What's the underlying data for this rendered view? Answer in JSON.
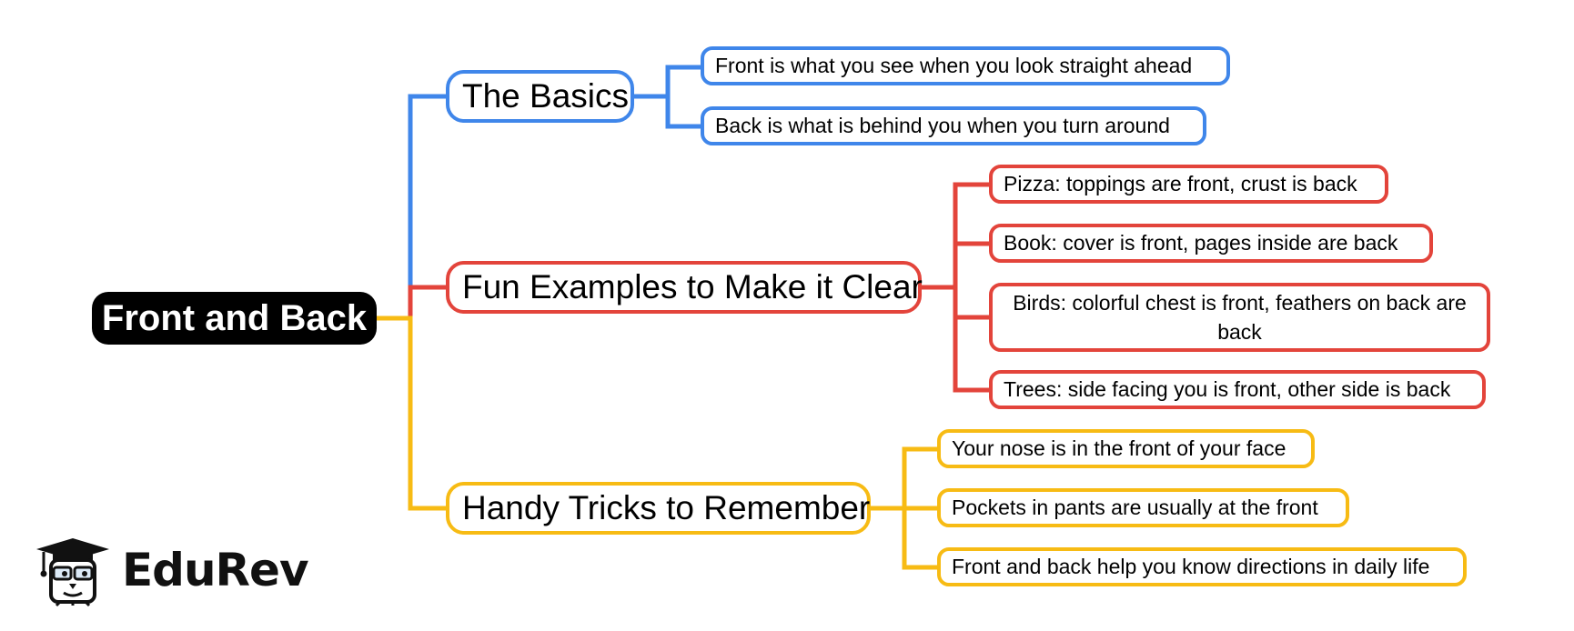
{
  "title": "Front and Back",
  "colors": {
    "basics": "#3f86ea",
    "examples": "#e3443b",
    "tricks": "#f7bb14",
    "root": "#000000"
  },
  "branches": [
    {
      "label": "The Basics",
      "children": [
        "Front is what you see when you look straight ahead",
        "Back is what is behind you when you turn around"
      ]
    },
    {
      "label": "Fun Examples to Make it Clear",
      "children": [
        "Pizza: toppings are front, crust is back",
        "Book: cover is front, pages inside are back",
        "Birds: colorful chest is front, feathers on back are back",
        "Trees: side facing you is front, other side is back"
      ]
    },
    {
      "label": "Handy Tricks to Remember",
      "children": [
        "Your nose is in the front of your face",
        "Pockets in pants are usually at the front",
        "Front and back help you know directions in daily life"
      ]
    }
  ],
  "brand": {
    "name": "EduRev",
    "icon": "graduate-owl-icon"
  }
}
